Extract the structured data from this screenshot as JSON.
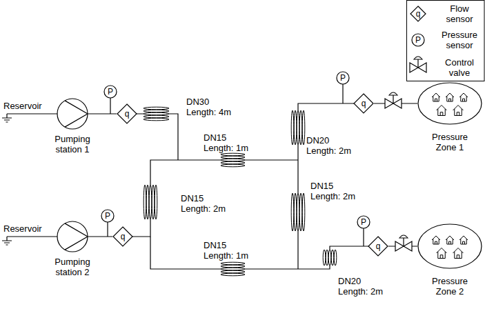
{
  "diagram": {
    "nodes": [
      {
        "text": [
          "P"
        ]
      },
      {
        "text": [
          "Pumping station 1"
        ]
      },
      {
        "text": [
          "q"
        ]
      },
      {
        "text": [
          "P"
        ]
      },
      {
        "text": [
          "q"
        ]
      },
      {
        "text": [
          "Pressure Zone 1"
        ]
      },
      {
        "text": [
          "P"
        ]
      },
      {
        "text": [
          "Pumping station 2"
        ]
      },
      {
        "text": [
          "q"
        ]
      },
      {
        "text": [
          "P"
        ]
      },
      {
        "text": [
          "q"
        ]
      },
      {
        "text": [
          "Pressure Zone 2"
        ]
      }
    ],
    "edges": [
      {
        "from": 1,
        "to": 2,
        "arrow": "none"
      },
      {
        "from": 4,
        "to": 5,
        "arrow": "none"
      },
      {
        "from": 7,
        "to": 8,
        "arrow": "none"
      },
      {
        "from": 10,
        "to": 11,
        "arrow": "none"
      }
    ],
    "labels": [
      "Reservoir",
      "Reservoir",
      "DN30 Length: 4m",
      "DN15 Length: 1m",
      "DN15 Length: 2m",
      "DN20 Length: 2m",
      "DN15 Length: 2m",
      "DN15 Length: 1m",
      "DN20 Length: 2m",
      "q",
      "P"
    ],
    "legend": [
      {
        "text": "Flow sensor"
      },
      {
        "text": "Pressure sensor"
      },
      {
        "text": "Control valve"
      }
    ]
  }
}
